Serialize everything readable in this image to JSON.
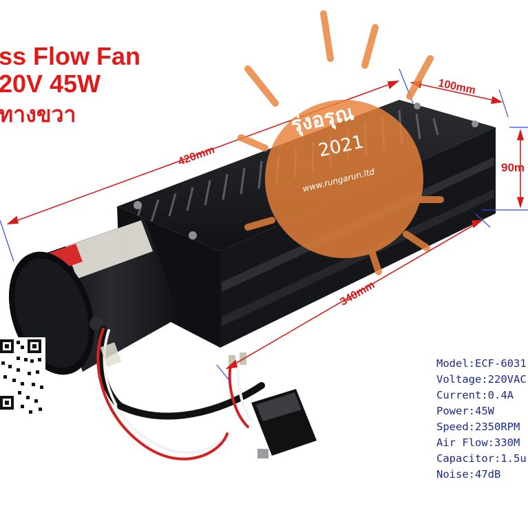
{
  "title": {
    "line1": "ss Flow Fan",
    "line2": "20V 45W",
    "line3": "ทางขวา"
  },
  "dimensions": {
    "length_total": "420mm",
    "length_housing": "340mm",
    "width": "100mm",
    "height": "90m"
  },
  "watermark": {
    "brand": "รุ่งอรุณ",
    "year": "2021",
    "url": "www.rungarun.ltd"
  },
  "specs": [
    "Model:ECF-6031",
    "Voltage:220VAC",
    "Current:0.4A",
    "Power:45W",
    "Speed:2350RPM",
    "Air Flow:330M",
    "Capacitor:1.5u",
    "Noise:47dB"
  ],
  "colors": {
    "title": "#e01a1a",
    "spec_text": "#1a2a8a",
    "dimension_lines": "#d51c1c",
    "watermark_sun": "#e8823a",
    "fan_body": "#1b1c1f"
  }
}
